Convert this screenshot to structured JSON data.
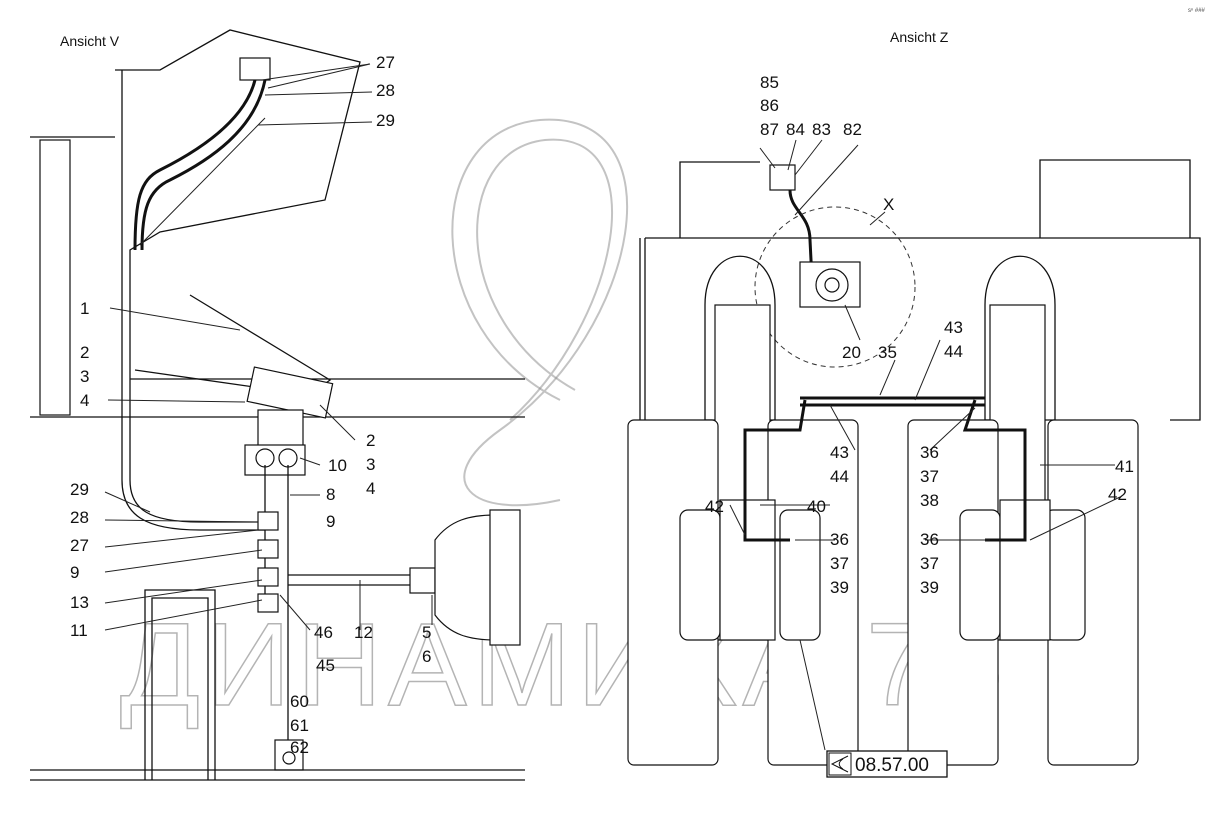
{
  "views": {
    "left_title": "Ansicht V",
    "right_title": "Ansicht Z"
  },
  "labels": [
    "27",
    "28",
    "29",
    "1",
    "2",
    "3",
    "4",
    "2",
    "3",
    "4",
    "10",
    "8",
    "29",
    "9",
    "28",
    "27",
    "9",
    "13",
    "11",
    "46",
    "12",
    "5",
    "6",
    "45",
    "60",
    "61",
    "62",
    "85",
    "86",
    "87",
    "84",
    "83",
    "82",
    "X",
    "20",
    "35",
    "43",
    "44",
    "43",
    "44",
    "36",
    "37",
    "38",
    "41",
    "40",
    "42",
    "42",
    "36",
    "37",
    "39",
    "36",
    "37",
    "39"
  ],
  "reference": {
    "icon": "eye-icon",
    "code": "08.57.00"
  },
  "corner_note": "sⁿ ###",
  "watermark": "ДИНАМИКА 76"
}
